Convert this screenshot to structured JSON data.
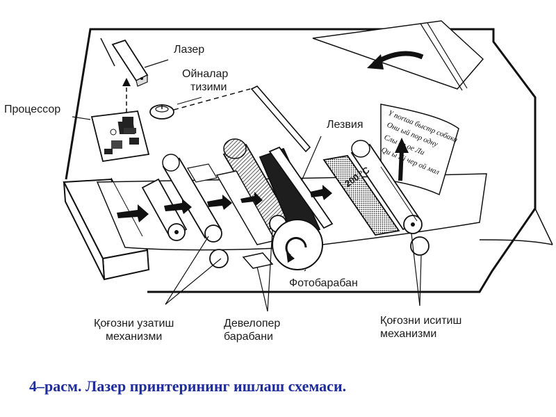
{
  "labels": {
    "laser": "Лазер",
    "mirror_system": [
      "Ойналар",
      "тизими"
    ],
    "processor": "Процессор",
    "blade": "Лезвия",
    "photodrum": "Фотобарабан",
    "paper_feed": [
      "Қоғозни узатиш",
      "механизми"
    ],
    "developer_drum": [
      "Девелопер",
      "барабани"
    ],
    "paper_heat": [
      "Қоғозни иситиш",
      "механизми"
    ]
  },
  "temperature": "200 °C",
  "caption": "4–расм. Лазер принтерининг ишлаш схемаси.",
  "colors": {
    "caption": "#1f2d9c",
    "line": "#111111",
    "dark": "#1e1e1e"
  }
}
